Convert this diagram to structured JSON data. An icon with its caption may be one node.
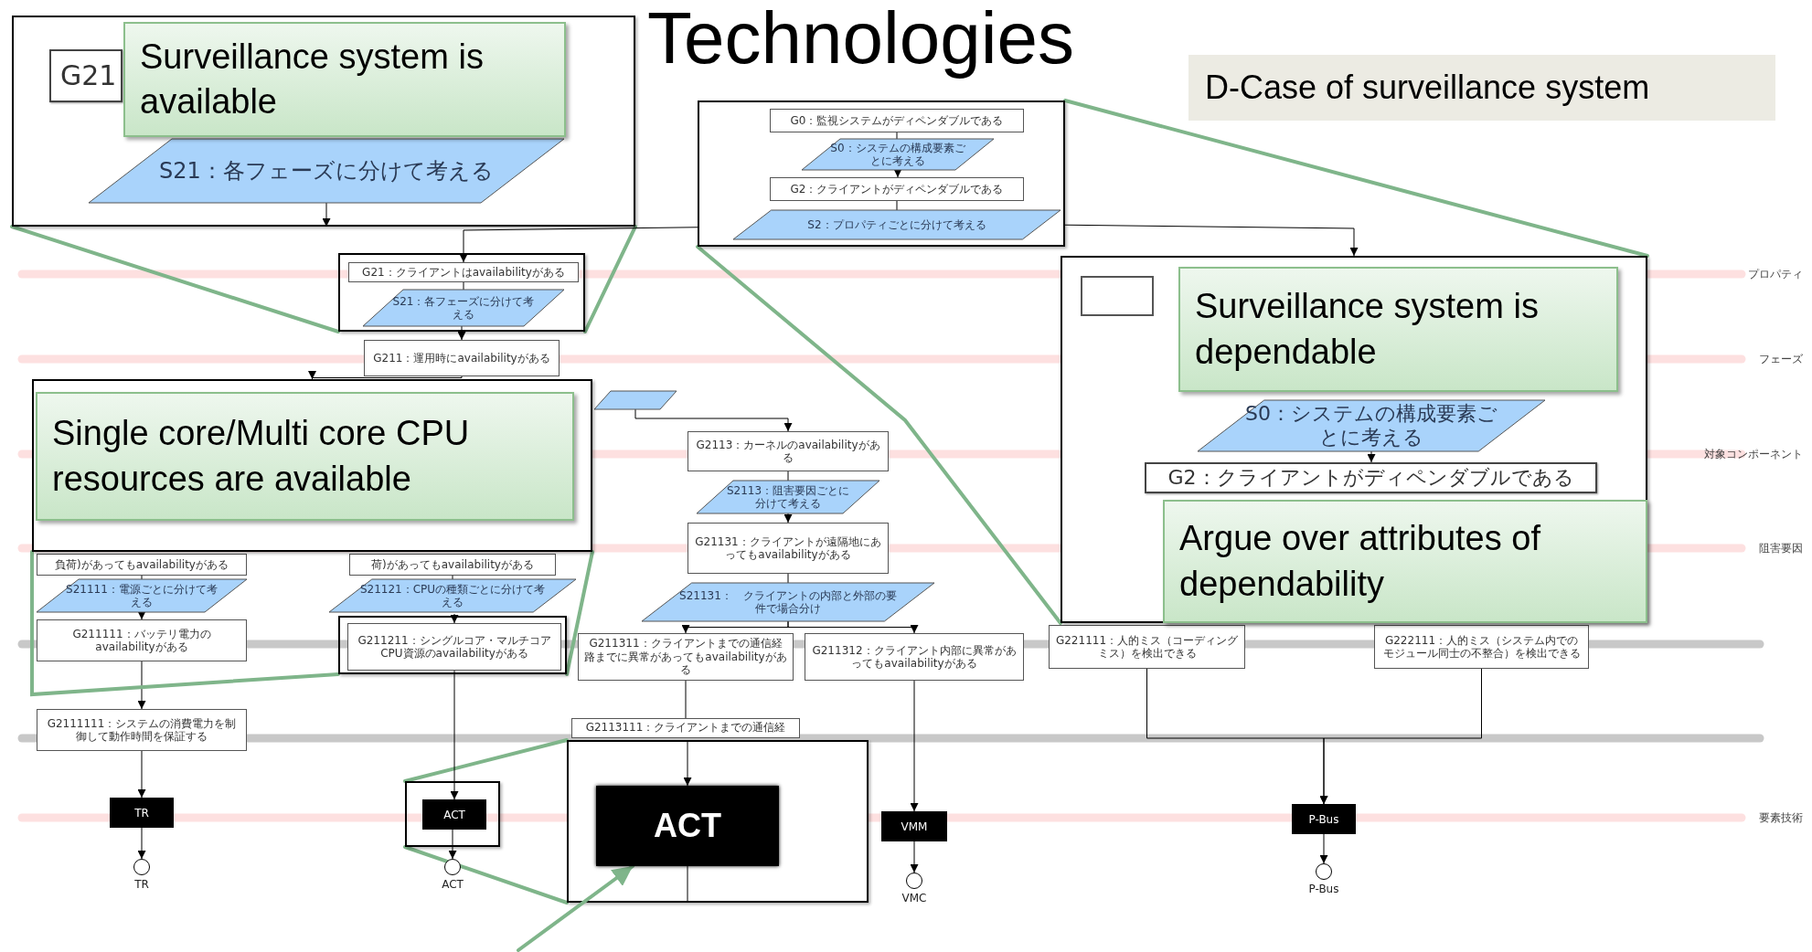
{
  "diagram": {
    "title": "Technologies",
    "nodes": [
      {
        "text": [
          "Surveillance system is available"
        ],
        "in": 1
      },
      {
        "text": [],
        "shape": "box"
      },
      {
        "text": [
          "G21"
        ],
        "in": 1
      },
      {
        "text": [
          "S21：各フェーズに分けて考える"
        ],
        "in": 1
      },
      {
        "text": [],
        "shape": "box"
      },
      {
        "text": [
          "G0：監視システムがディペンダブルである"
        ],
        "in": 4
      },
      {
        "text": [
          "S0：システムの構成要素ごとに考える"
        ],
        "in": 4
      },
      {
        "text": [
          "G2：クライアントがディペンダブルである"
        ],
        "in": 4
      },
      {
        "text": [
          "S2：プロパティごとに分けて考える"
        ],
        "in": 4
      },
      {
        "text": [
          "D-Case of surveillance system"
        ]
      },
      {
        "text": [],
        "shape": "box"
      },
      {
        "text": [],
        "shape": "box",
        "in": 10
      },
      {
        "text": [
          "S0：システムの構成要素ごとに考える"
        ],
        "in": 10
      },
      {
        "text": [
          "G2：クライアントがディペンダブルである"
        ],
        "in": 10
      },
      {
        "text": [
          "Surveillance system is dependable"
        ],
        "in": 10
      },
      {
        "text": [
          "Argue over attributes of dependability"
        ],
        "in": 10
      },
      {
        "text": [],
        "shape": "box"
      },
      {
        "text": [
          "G21：クライアントはavailabilityがある"
        ],
        "in": 16
      },
      {
        "text": [
          "S21：各フェーズに分けて考える"
        ],
        "in": 16
      },
      {
        "text": [
          "G211：運用時にavailabilityがある"
        ]
      },
      {
        "text": [],
        "shape": "box"
      },
      {
        "text": [
          "Single core/Multi core CPU resources are available"
        ],
        "in": 20
      },
      {
        "text": [
          "負荷)があってもavailabilityがある"
        ]
      },
      {
        "text": [
          "荷)があってもavailabilityがある"
        ]
      },
      {
        "text": [
          "S21111：電源ごとに分けて考える"
        ]
      },
      {
        "text": [
          "S21121：CPUの種類ごとに分けて考える"
        ]
      },
      {
        "text": [
          "G211111：バッテリ電力のavailabilityがある"
        ]
      },
      {
        "text": [],
        "shape": "box"
      },
      {
        "text": [
          "G211211：シングルコア・マルチコアCPU資源のavailabilityがある"
        ],
        "in": 27
      },
      {
        "text": [
          "G2111111：システムの消費電力を制御して動作時間を保証する"
        ]
      },
      {
        "text": [],
        "shape": "box"
      },
      {
        "text": [
          "ACT"
        ],
        "in": 30
      },
      {
        "text": [
          "TR"
        ]
      },
      {
        "text": [],
        "shape": "circle",
        "beside": [
          "TR"
        ]
      },
      {
        "text": [],
        "shape": "circle",
        "beside": [
          "ACT"
        ]
      },
      {
        "text": [
          "G2113：カーネルのavailabilityがある"
        ]
      },
      {
        "text": [
          "S2113：阻害要因ごとに分けて考える"
        ]
      },
      {
        "text": [
          "G21131：クライアントが遠隔地にあってもavailabilityがある"
        ]
      },
      {
        "text": [
          "S21131：　クライアントの内部と外部の要件で場合分け"
        ]
      },
      {
        "text": [
          "G211311：クライアントまでの通信経路までに異常があってもavailabilityがある"
        ]
      },
      {
        "text": [
          "G211312：クライアント内部に異常があってもavailabilityがある"
        ]
      },
      {
        "text": [
          "G2113111：クライアントまでの通信経"
        ]
      },
      {
        "text": [],
        "shape": "box"
      },
      {
        "text": [
          "ACT"
        ],
        "in": 42
      },
      {
        "text": [
          "VMM"
        ]
      },
      {
        "text": [],
        "shape": "circle",
        "beside": [
          "VMC"
        ]
      },
      {
        "text": [
          "G221111：人的ミス（コーディングミス）を検出できる"
        ]
      },
      {
        "text": [
          "G222111：人的ミス（システム内でのモジュール同士の不整合）を検出できる"
        ]
      },
      {
        "text": [
          "P-Bus"
        ]
      },
      {
        "text": [],
        "shape": "circle",
        "beside": [
          "P-Bus"
        ]
      },
      {
        "text": [],
        "shape": "parallelogram"
      }
    ],
    "edges": [
      {
        "from": 5,
        "to": 6,
        "arrow": "none"
      },
      {
        "from": 6,
        "to": 7,
        "arrow": "to"
      },
      {
        "from": 7,
        "to": 8,
        "arrow": "none"
      },
      {
        "from": 8,
        "to": 17,
        "arrow": "to"
      },
      {
        "from": 8,
        "to": 10,
        "arrow": "to"
      },
      {
        "from": 3,
        "to": null,
        "arrow": "to"
      },
      {
        "from": 17,
        "to": 18,
        "arrow": "none"
      },
      {
        "from": 18,
        "to": 19,
        "arrow": "to"
      },
      {
        "from": 19,
        "to": 20,
        "arrow": "to"
      },
      {
        "from": 50,
        "to": 35,
        "arrow": "to"
      },
      {
        "from": 22,
        "to": 24,
        "arrow": "none"
      },
      {
        "from": 24,
        "to": 26,
        "arrow": "to"
      },
      {
        "from": 26,
        "to": 29,
        "arrow": "to"
      },
      {
        "from": 29,
        "to": 32,
        "arrow": "to"
      },
      {
        "from": 32,
        "to": 33,
        "arrow": "to"
      },
      {
        "from": 23,
        "to": 25,
        "arrow": "none"
      },
      {
        "from": 25,
        "to": 28,
        "arrow": "to"
      },
      {
        "from": 28,
        "to": 31,
        "arrow": "to"
      },
      {
        "from": 31,
        "to": 34,
        "arrow": "to"
      },
      {
        "from": 35,
        "to": 36,
        "arrow": "none"
      },
      {
        "from": 36,
        "to": 37,
        "arrow": "to"
      },
      {
        "from": 37,
        "to": 38,
        "arrow": "none"
      },
      {
        "from": 38,
        "to": 39,
        "arrow": "to"
      },
      {
        "from": 38,
        "to": 40,
        "arrow": "to"
      },
      {
        "from": 39,
        "to": 41,
        "arrow": "none"
      },
      {
        "from": 40,
        "to": 44,
        "arrow": "to"
      },
      {
        "from": 44,
        "to": 45,
        "arrow": "to"
      },
      {
        "from": 41,
        "to": 43,
        "arrow": "to"
      },
      {
        "from": 43,
        "to": null,
        "arrow": "none"
      },
      {
        "from": null,
        "to": 43,
        "arrow": "to",
        "style": "thick",
        "color": "#7fb58a"
      },
      {
        "from": 4,
        "to": 10,
        "arrow": "none",
        "style": "thick",
        "color": "#7fb58a"
      },
      {
        "from": 4,
        "to": 10,
        "arrow": "none",
        "style": "thick",
        "color": "#7fb58a"
      },
      {
        "from": 1,
        "to": 16,
        "arrow": "none",
        "style": "thick",
        "color": "#7fb58a"
      },
      {
        "from": 1,
        "to": 16,
        "arrow": "none",
        "style": "thick",
        "color": "#7fb58a"
      },
      {
        "from": 20,
        "to": 27,
        "arrow": "none",
        "style": "thick",
        "color": "#7fb58a"
      },
      {
        "from": 20,
        "to": 27,
        "arrow": "none",
        "style": "thick",
        "color": "#7fb58a"
      },
      {
        "from": 30,
        "to": 42,
        "arrow": "none",
        "style": "thick",
        "color": "#7fb58a"
      },
      {
        "from": 30,
        "to": 42,
        "arrow": "none",
        "style": "thick",
        "color": "#7fb58a"
      },
      {
        "from": 46,
        "to": 48,
        "arrow": "to"
      },
      {
        "from": 47,
        "to": 48,
        "arrow": "to"
      },
      {
        "from": 48,
        "to": 49,
        "arrow": "to"
      },
      {
        "from": 12,
        "to": 13,
        "arrow": "to"
      }
    ],
    "labels": [
      "プロパティ",
      "フェーズ",
      "対象コンポーネント",
      "阻害要因",
      "要素技術"
    ]
  }
}
